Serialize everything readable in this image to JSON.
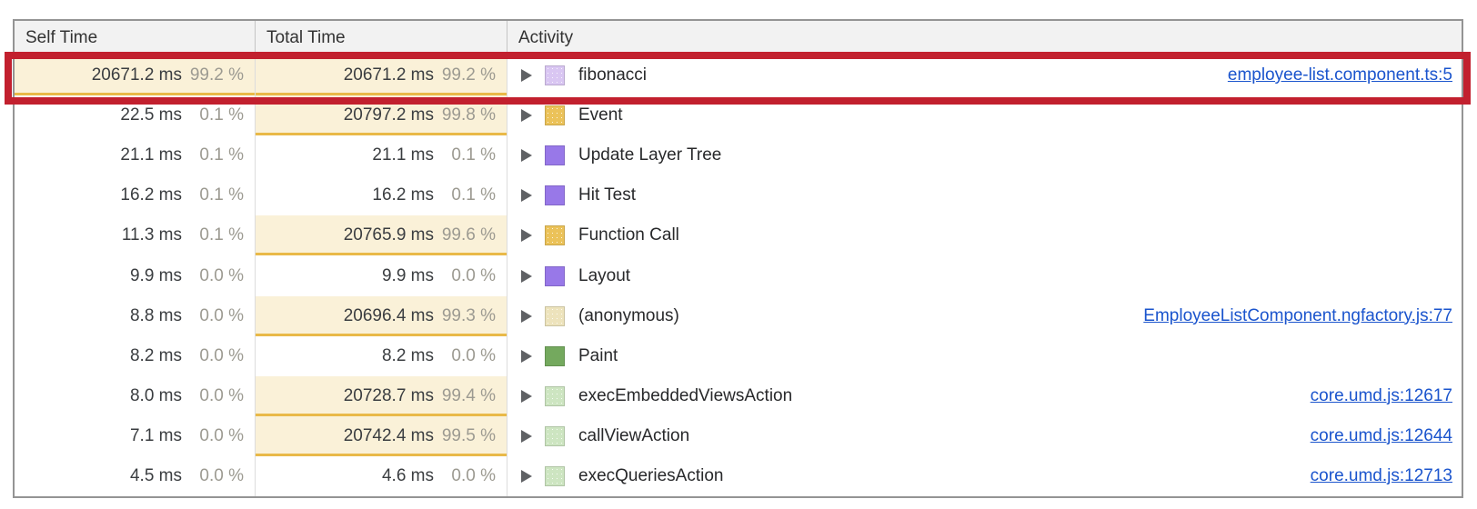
{
  "table": {
    "columns": [
      {
        "label": "Self Time"
      },
      {
        "label": "Total Time"
      },
      {
        "label": "Activity"
      }
    ],
    "rows": [
      {
        "self_time": "20671.2 ms",
        "self_pct": "99.2 %",
        "self_highlight": true,
        "total_time": "20671.2 ms",
        "total_pct": "99.2 %",
        "total_highlight": true,
        "activity": "fibonacci",
        "swatch_color": "#d9c6f2",
        "swatch_dotted": true,
        "link": "employee-list.component.ts:5",
        "annotated": true
      },
      {
        "self_time": "22.5 ms",
        "self_pct": "0.1 %",
        "self_highlight": false,
        "total_time": "20797.2 ms",
        "total_pct": "99.8 %",
        "total_highlight": true,
        "activity": "Event",
        "swatch_color": "#ebc259",
        "swatch_dotted": true,
        "link": null,
        "annotated": false
      },
      {
        "self_time": "21.1 ms",
        "self_pct": "0.1 %",
        "self_highlight": false,
        "total_time": "21.1 ms",
        "total_pct": "0.1 %",
        "total_highlight": false,
        "activity": "Update Layer Tree",
        "swatch_color": "#9878e8",
        "swatch_dotted": false,
        "link": null,
        "annotated": false
      },
      {
        "self_time": "16.2 ms",
        "self_pct": "0.1 %",
        "self_highlight": false,
        "total_time": "16.2 ms",
        "total_pct": "0.1 %",
        "total_highlight": false,
        "activity": "Hit Test",
        "swatch_color": "#9878e8",
        "swatch_dotted": false,
        "link": null,
        "annotated": false
      },
      {
        "self_time": "11.3 ms",
        "self_pct": "0.1 %",
        "self_highlight": false,
        "total_time": "20765.9 ms",
        "total_pct": "99.6 %",
        "total_highlight": true,
        "activity": "Function Call",
        "swatch_color": "#ebc259",
        "swatch_dotted": true,
        "link": null,
        "annotated": false
      },
      {
        "self_time": "9.9 ms",
        "self_pct": "0.0 %",
        "self_highlight": false,
        "total_time": "9.9 ms",
        "total_pct": "0.0 %",
        "total_highlight": false,
        "activity": "Layout",
        "swatch_color": "#9878e8",
        "swatch_dotted": false,
        "link": null,
        "annotated": false
      },
      {
        "self_time": "8.8 ms",
        "self_pct": "0.0 %",
        "self_highlight": false,
        "total_time": "20696.4 ms",
        "total_pct": "99.3 %",
        "total_highlight": true,
        "activity": "(anonymous)",
        "swatch_color": "#ede3bc",
        "swatch_dotted": true,
        "link": "EmployeeListComponent.ngfactory.js:77",
        "annotated": false
      },
      {
        "self_time": "8.2 ms",
        "self_pct": "0.0 %",
        "self_highlight": false,
        "total_time": "8.2 ms",
        "total_pct": "0.0 %",
        "total_highlight": false,
        "activity": "Paint",
        "swatch_color": "#74a95e",
        "swatch_dotted": false,
        "link": null,
        "annotated": false
      },
      {
        "self_time": "8.0 ms",
        "self_pct": "0.0 %",
        "self_highlight": false,
        "total_time": "20728.7 ms",
        "total_pct": "99.4 %",
        "total_highlight": true,
        "activity": "execEmbeddedViewsAction",
        "swatch_color": "#cde5c1",
        "swatch_dotted": true,
        "link": "core.umd.js:12617",
        "annotated": false
      },
      {
        "self_time": "7.1 ms",
        "self_pct": "0.0 %",
        "self_highlight": false,
        "total_time": "20742.4 ms",
        "total_pct": "99.5 %",
        "total_highlight": true,
        "activity": "callViewAction",
        "swatch_color": "#cde5c1",
        "swatch_dotted": true,
        "link": "core.umd.js:12644",
        "annotated": false
      },
      {
        "self_time": "4.5 ms",
        "self_pct": "0.0 %",
        "self_highlight": false,
        "total_time": "4.6 ms",
        "total_pct": "0.0 %",
        "total_highlight": false,
        "activity": "execQueriesAction",
        "swatch_color": "#cde5c1",
        "swatch_dotted": true,
        "link": "core.umd.js:12713",
        "annotated": false
      }
    ]
  },
  "annotation": {
    "color": "#c2202e"
  },
  "colors": {
    "highlight_cell_bg": "#faf1d8",
    "highlight_cell_bar": "#e9b948",
    "link_blue": "#1a54cd",
    "header_bg": "#f2f2f2",
    "percent_gray": "#9c9a91",
    "time_text": "#3a3d40"
  }
}
